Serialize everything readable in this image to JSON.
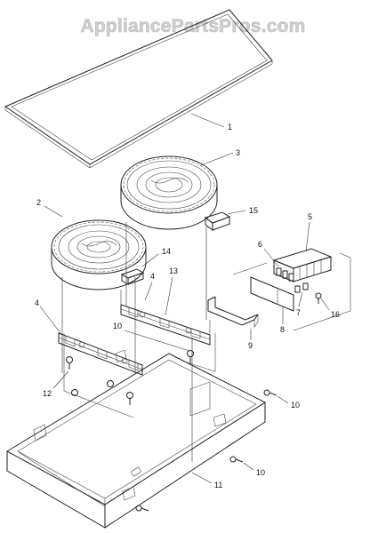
{
  "watermark": "AppliancePartsPros.com",
  "callouts": {
    "c1": "1",
    "c2": "2",
    "c3": "3",
    "c4a": "4",
    "c4b": "4",
    "c5": "5",
    "c6": "6",
    "c7": "7",
    "c8": "8",
    "c9": "9",
    "c10a": "10",
    "c10b": "10",
    "c10c": "10",
    "c11": "11",
    "c12": "12",
    "c13": "13",
    "c14": "14",
    "c15": "15",
    "c16": "16"
  }
}
